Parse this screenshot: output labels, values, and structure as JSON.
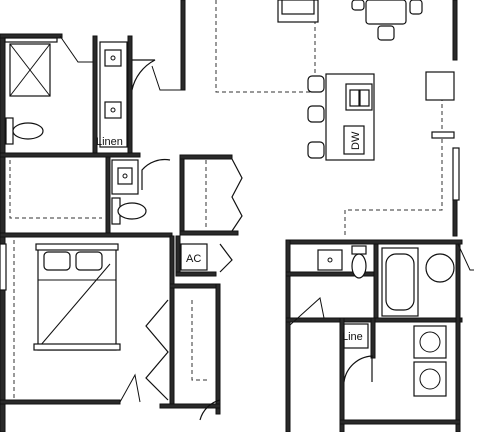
{
  "labels": {
    "linen_upper": "Linen",
    "linen_lower": "Line",
    "ac": "AC",
    "dw": "DW"
  },
  "colors": {
    "wall": "#111111",
    "background": "#ffffff"
  }
}
